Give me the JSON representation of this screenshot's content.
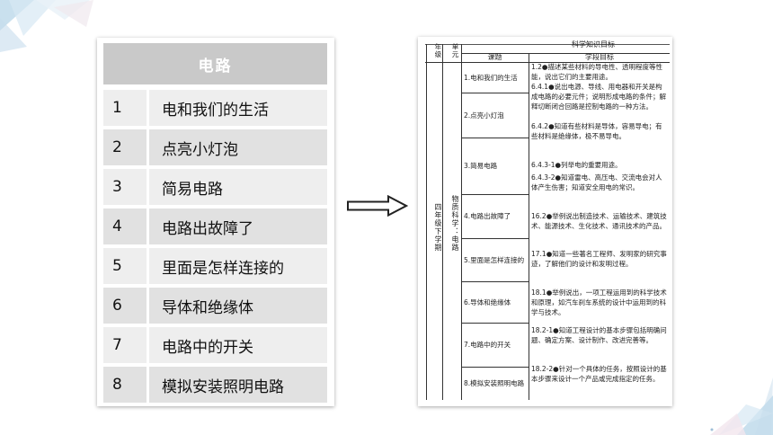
{
  "left_table": {
    "header": "电路",
    "rows": [
      {
        "num": "1",
        "title": "电和我们的生活"
      },
      {
        "num": "2",
        "title": "点亮小灯泡"
      },
      {
        "num": "3",
        "title": "简易电路"
      },
      {
        "num": "4",
        "title": "电路出故障了"
      },
      {
        "num": "5",
        "title": "里面是怎样连接的"
      },
      {
        "num": "6",
        "title": "导体和绝缘体"
      },
      {
        "num": "7",
        "title": "电路中的开关"
      },
      {
        "num": "8",
        "title": "模拟安装照明电路"
      }
    ]
  },
  "right_table": {
    "top_caption": "科学知识目标",
    "col_grade": "年级",
    "col_unit": "单元",
    "col_lesson": "课题",
    "col_goal": "学段目标",
    "grade": "四年级下学期",
    "unit": "物质科学：电路",
    "lessons": [
      "1.电和我们的生活",
      "2.点亮小灯泡",
      "3.简易电路",
      "4.电路出故障了",
      "5.里面是怎样连接的",
      "6.导体和绝缘体",
      "7.电路中的开关",
      "8.模拟安装照明电路"
    ],
    "goals": [
      "1.2●描述某些材料的导电性、透明程度等性能，说出它们的主要用途。",
      "6.4.1●说出电源、导线、用电器和开关是构成电路的必要元件；说明形成电路的条件；解释切断闭合回路是控制电路的一种方法。",
      "6.4.2●知道有些材料是导体，容易导电；有些材料是绝缘体，极不易导电。",
      "6.4.3-1●列举电的重要用途。",
      "6.4.3-2●知道雷电、高压电、交流电会对人体产生伤害；知道安全用电的常识。",
      "16.2●举例说出制造技术、运输技术、建筑技术、能源技术、生化技术、通讯技术的产品。",
      "17.1●知道一些著名工程师、发明家的研究事迹，了解他们的设计和发明过程。",
      "18.1●举例说出，一项工程运用到的科学技术和原理，如汽车刹车系统的设计中运用到的科学与技术。",
      "18.2-1●知道工程设计的基本步骤包括明确问题、确定方案、设计制作、改进完善等。",
      "18.2-2●针对一个具体的任务，按照设计的基本步骤来设计一个产品或完成指定的任务。"
    ]
  }
}
